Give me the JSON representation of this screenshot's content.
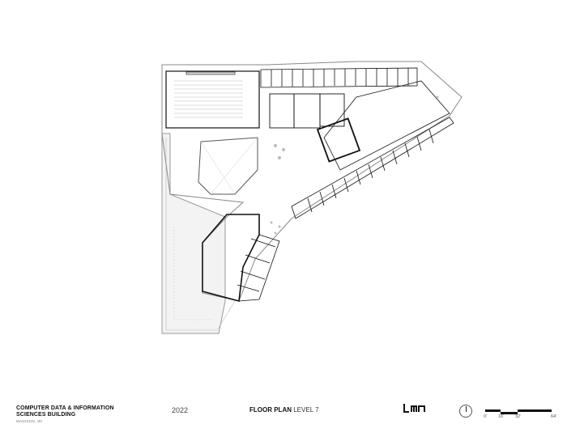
{
  "drawing": {
    "type": "architectural floor plan",
    "colors": {
      "line": "#111111",
      "light_line": "#9a9a9a",
      "terrace_fill": "#f2f2f2",
      "background": "#ffffff"
    }
  },
  "title_block": {
    "project_name_line1": "COMPUTER DATA & INFORMATION",
    "project_name_line2": "SCIENCES BUILDING",
    "location": "MADISON, WI",
    "year": "2022",
    "sheet_title_bold": "FLOOR PLAN",
    "sheet_title_level": "LEVEL 7",
    "firm_logo": "LMN",
    "north_arrow": "north-arrow-icon",
    "scale_bar": {
      "labels": [
        "0'",
        "16'",
        "32'",
        "64'"
      ]
    }
  }
}
